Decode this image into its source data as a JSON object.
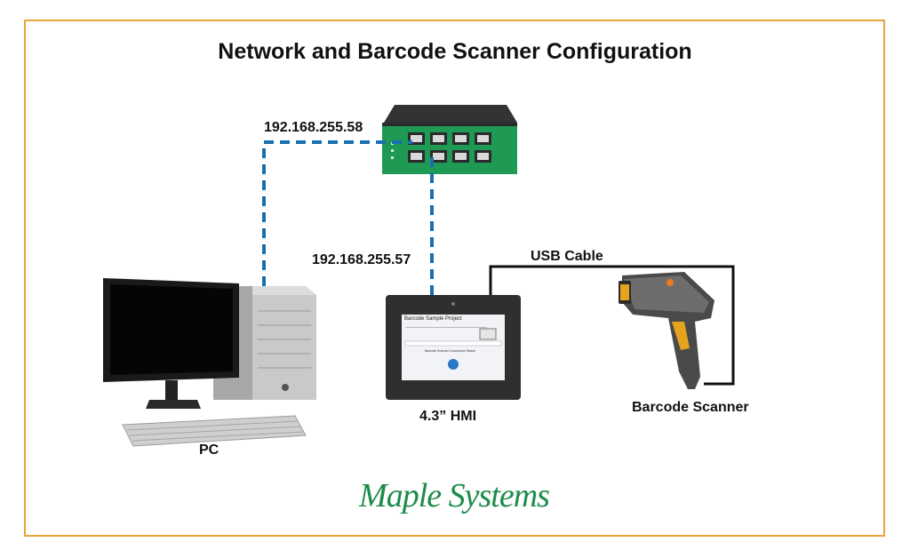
{
  "title": "Network and Barcode Scanner Configuration",
  "labels": {
    "switch_ip": "192.168.255.58",
    "hmi_ip": "192.168.255.57",
    "usb_cable": "USB Cable",
    "pc": "PC",
    "hmi": "4.3” HMI",
    "scanner": "Barcode Scanner"
  },
  "hmi_screen": {
    "project_title": "Barcode Sample Project",
    "status_label": "Barcode Scanner Connection Status"
  },
  "logo": {
    "text": "Maple Systems"
  },
  "colors": {
    "frame": "#e8a53a",
    "ethernet_line": "#1a6fb0",
    "switch_body": "#1e9a55",
    "usb_line": "#111111",
    "logo": "#1d8c4a"
  }
}
